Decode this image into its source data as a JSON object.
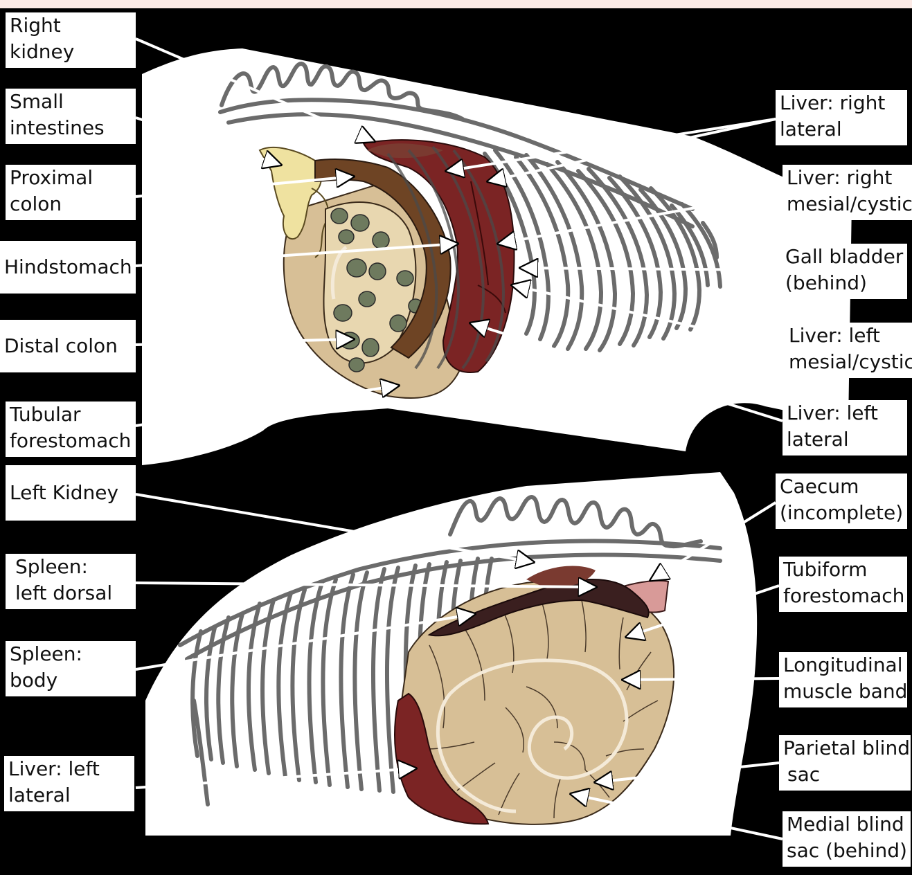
{
  "colors": {
    "background": "#000000",
    "body_silhouette": "#ffffff",
    "liver": "#7b2424",
    "spleen": "#3a1f1f",
    "kidney": "#7a3a30",
    "colon": "#6e4424",
    "stomach": "#d7bf96",
    "small_intestines": "#efe2a0",
    "caecum": "#d89a98",
    "skeleton": "#6b6b6b"
  },
  "top_panel": {
    "left_labels": [
      {
        "id": "right-kidney",
        "lines": [
          "Right",
          "kidney"
        ]
      },
      {
        "id": "small-intestines",
        "lines": [
          "Small",
          "intestines"
        ]
      },
      {
        "id": "proximal-colon",
        "lines": [
          "Proximal",
          "colon"
        ]
      },
      {
        "id": "hindstomach",
        "lines": [
          "Hindstomach"
        ]
      },
      {
        "id": "distal-colon",
        "lines": [
          "Distal colon"
        ]
      },
      {
        "id": "tubular-forestomach",
        "lines": [
          "Tubular",
          "forestomach"
        ]
      }
    ],
    "right_labels": [
      {
        "id": "liver-right-lateral",
        "lines": [
          "Liver: right",
          "lateral"
        ]
      },
      {
        "id": "liver-right-mesial",
        "lines": [
          "Liver: right",
          "mesial/cystic"
        ]
      },
      {
        "id": "gall-bladder",
        "lines": [
          "Gall bladder",
          "(behind)"
        ]
      },
      {
        "id": "liver-left-mesial",
        "lines": [
          "Liver: left",
          "mesial/cystic"
        ]
      },
      {
        "id": "liver-left-lateral-top",
        "lines": [
          "Liver: left",
          "lateral"
        ]
      }
    ]
  },
  "bottom_panel": {
    "left_labels": [
      {
        "id": "left-kidney",
        "lines": [
          "Left Kidney"
        ]
      },
      {
        "id": "spleen-left-dorsal",
        "lines": [
          "Spleen:",
          "left dorsal"
        ]
      },
      {
        "id": "spleen-body",
        "lines": [
          "Spleen:",
          "body"
        ]
      },
      {
        "id": "liver-left-lateral-bottom",
        "lines": [
          "Liver: left",
          "lateral"
        ]
      }
    ],
    "right_labels": [
      {
        "id": "caecum",
        "lines": [
          "Caecum",
          "(incomplete)"
        ]
      },
      {
        "id": "tubiform-forestomach",
        "lines": [
          "Tubiform",
          "forestomach"
        ]
      },
      {
        "id": "longitudinal-muscle-band",
        "lines": [
          "Longitudinal",
          "muscle band"
        ]
      },
      {
        "id": "parietal-blind-sac",
        "lines": [
          "Parietal blind",
          "sac"
        ]
      },
      {
        "id": "medial-blind-sac",
        "lines": [
          "Medial blind",
          "sac (behind)"
        ]
      }
    ]
  }
}
